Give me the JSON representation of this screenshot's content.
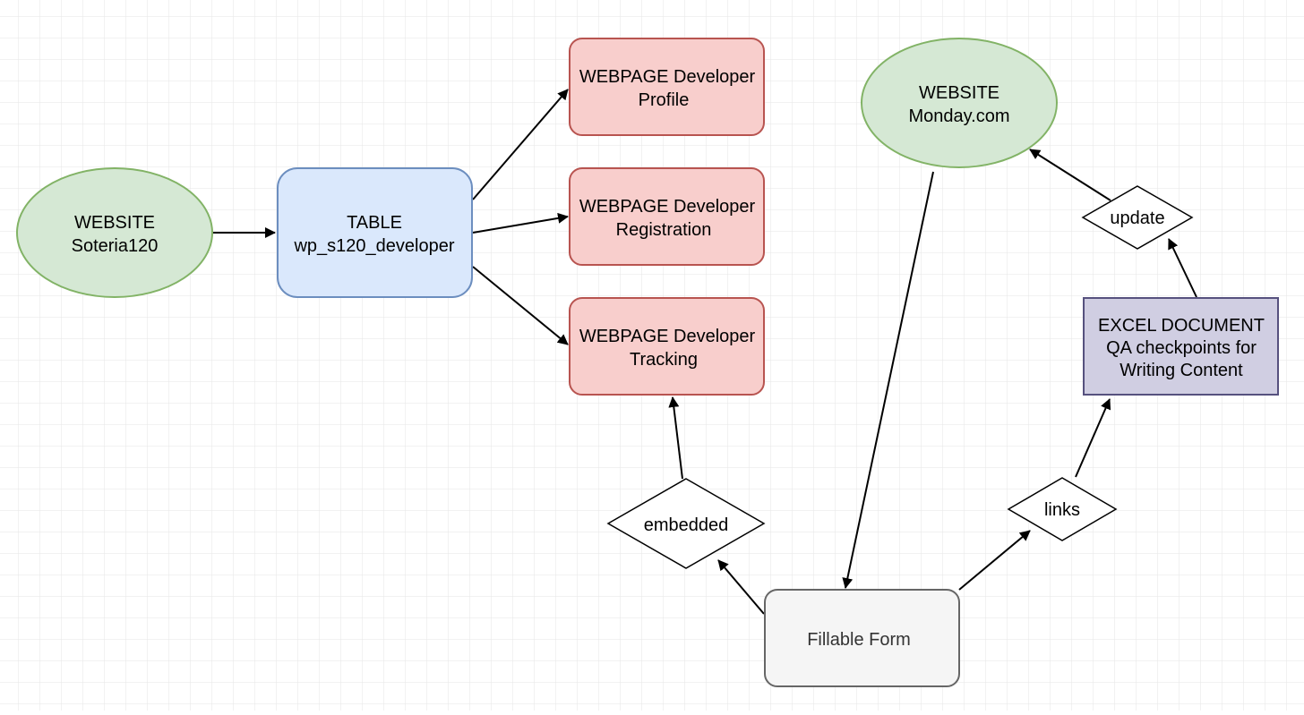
{
  "diagram": {
    "colors": {
      "grid": "#e6e6e6",
      "website_fill": "#d5e8d4",
      "website_stroke": "#82b366",
      "table_fill": "#dae8fc",
      "table_stroke": "#6c8ebf",
      "webpage_fill": "#f8cecc",
      "webpage_stroke": "#b85450",
      "form_fill": "#f5f5f5",
      "form_stroke": "#666666",
      "excel_fill": "#d0cee2",
      "excel_stroke": "#56517e",
      "edge": "#000000"
    },
    "nodes": {
      "website_soteria": {
        "lines": [
          "WEBSITE",
          "Soteria120"
        ]
      },
      "table_developer": {
        "lines": [
          "TABLE",
          "wp_s120_developer"
        ]
      },
      "webpage_profile": {
        "lines": [
          "WEBPAGE Developer",
          "Profile"
        ]
      },
      "webpage_registration": {
        "lines": [
          "WEBPAGE Developer",
          "Registration"
        ]
      },
      "webpage_tracking": {
        "lines": [
          "WEBPAGE Developer",
          "Tracking"
        ]
      },
      "website_monday": {
        "lines": [
          "WEBSITE",
          "Monday.com"
        ]
      },
      "fillable_form": {
        "lines": [
          "Fillable Form"
        ]
      },
      "excel_document": {
        "lines": [
          "EXCEL DOCUMENT",
          "QA checkpoints for",
          "Writing Content"
        ]
      }
    },
    "decisions": {
      "embedded": {
        "label": "embedded"
      },
      "links": {
        "label": "links"
      },
      "update": {
        "label": "update"
      }
    },
    "edges": [
      {
        "from": "website_soteria",
        "to": "table_developer"
      },
      {
        "from": "table_developer",
        "to": "webpage_profile"
      },
      {
        "from": "table_developer",
        "to": "webpage_registration"
      },
      {
        "from": "table_developer",
        "to": "webpage_tracking"
      },
      {
        "from": "website_monday",
        "to": "fillable_form"
      },
      {
        "from": "fillable_form",
        "to": "embedded"
      },
      {
        "from": "embedded",
        "to": "webpage_tracking"
      },
      {
        "from": "fillable_form",
        "to": "links"
      },
      {
        "from": "links",
        "to": "excel_document"
      },
      {
        "from": "excel_document",
        "to": "update"
      },
      {
        "from": "update",
        "to": "website_monday"
      }
    ]
  }
}
